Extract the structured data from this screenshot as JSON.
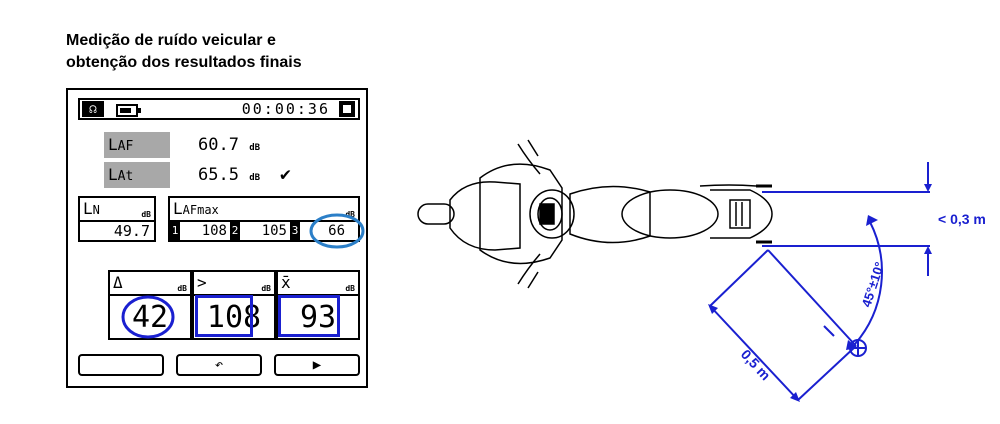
{
  "title": {
    "line1": "Medição de ruído veicular e",
    "line2": "obtenção dos resultados finais"
  },
  "meter": {
    "timer": "00:00:36",
    "icons": [
      "microphone-icon",
      "battery-icon",
      "stop-icon"
    ],
    "laf": {
      "label_main": "L",
      "label_sub": "AF",
      "value": "60.7",
      "unit": "dB"
    },
    "lat": {
      "label_main": "L",
      "label_sub": "At",
      "value": "65.5",
      "unit": "dB",
      "mark": "✔"
    },
    "ln": {
      "label_main": "L",
      "label_sub": "N",
      "unit": "dB",
      "value": "49.7"
    },
    "lafmax": {
      "label_main": "L",
      "label_sub": "AFmax",
      "unit": "dB",
      "entries": [
        {
          "index": "1",
          "value": "108"
        },
        {
          "index": "2",
          "value": "105"
        },
        {
          "index": "3",
          "value": "66"
        }
      ]
    },
    "stats": [
      {
        "symbol": "Δ",
        "unit": "dB",
        "value": "42"
      },
      {
        "symbol": ">",
        "unit": "dB",
        "value": "108"
      },
      {
        "symbol": "x̄",
        "unit": "dB",
        "value": "93"
      }
    ],
    "softkeys": [
      "",
      "↶",
      "▶"
    ]
  },
  "diagram": {
    "distance_side": "< 0,3 m",
    "distance_mic": "0,5 m",
    "angle": "45°±10°",
    "highlight_color": "#1a20d0"
  }
}
